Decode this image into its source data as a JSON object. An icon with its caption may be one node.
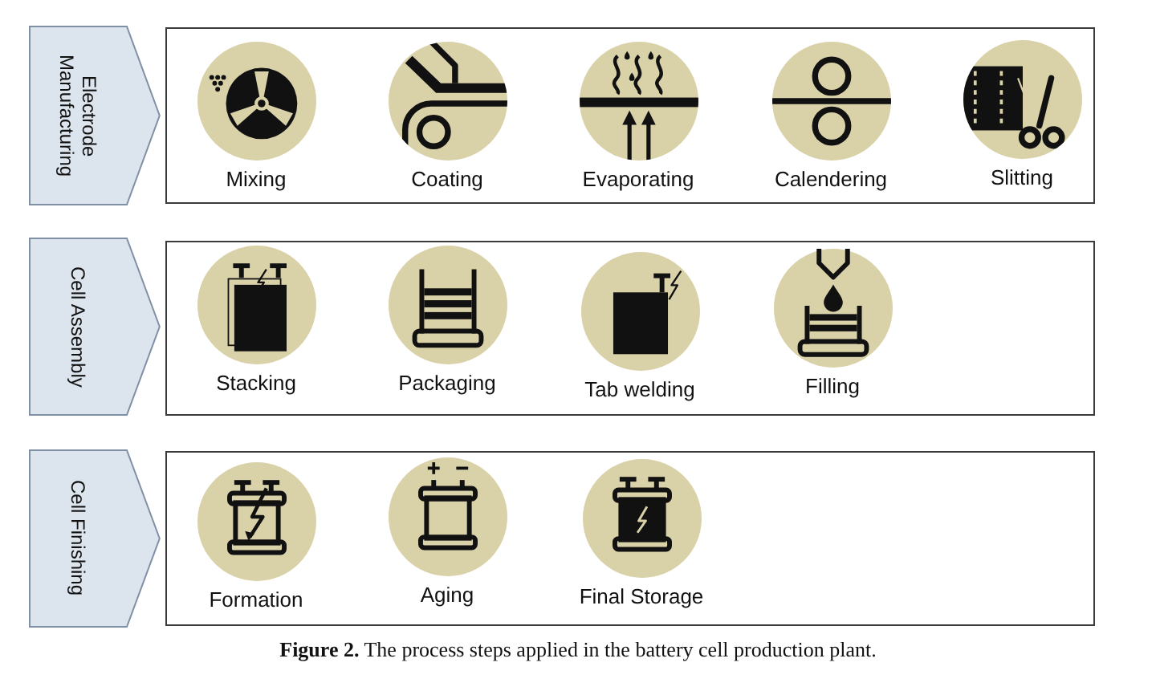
{
  "diagram": {
    "caption": "**Figure 2.** The process steps applied in the battery cell production plant.",
    "nodes": [
      {
        "text": [
          "Electrode Manufacturing"
        ]
      },
      {
        "text": [],
        "shape": "box"
      },
      {
        "text": [
          "Mixing"
        ],
        "in": 1
      },
      {
        "text": [
          "Coating"
        ],
        "in": 1
      },
      {
        "text": [
          "Evaporating"
        ],
        "in": 1
      },
      {
        "text": [
          "Calendering"
        ],
        "in": 1
      },
      {
        "text": [
          "Slitting"
        ],
        "in": 1
      },
      {
        "text": [
          "Cell Assembly"
        ]
      },
      {
        "text": [],
        "shape": "box"
      },
      {
        "text": [
          "Stacking"
        ],
        "in": 8
      },
      {
        "text": [
          "Packaging"
        ],
        "in": 8
      },
      {
        "text": [
          "Tab welding"
        ],
        "in": 8
      },
      {
        "text": [
          "Filling"
        ],
        "in": 8
      },
      {
        "text": [
          "Cell Finishing"
        ]
      },
      {
        "text": [],
        "shape": "box"
      },
      {
        "text": [
          "Formation"
        ],
        "in": 14
      },
      {
        "text": [
          "Aging"
        ],
        "in": 14
      },
      {
        "text": [
          "Final Storage"
        ],
        "in": 14
      }
    ]
  }
}
